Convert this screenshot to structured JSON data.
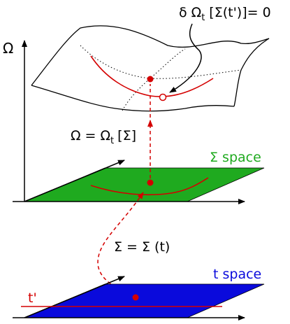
{
  "labels": {
    "variation_main": "δ Ω",
    "variation_sub": "t",
    "variation_tail": "[Σ(t')]= 0",
    "omega_axis": "Ω",
    "mapping_lhs": "Ω = Ω",
    "mapping_sub": "t",
    "mapping_tail": "[Σ]",
    "sigma_space": "Σ space",
    "trajectory": "Σ = Σ (t)",
    "t_space": "t space",
    "t_prime": "t'"
  },
  "colors": {
    "sigma_plane": "#1faa1f",
    "t_plane": "#0a0adc",
    "red": "#d40000",
    "sigma_label": "#1faa1f",
    "t_label": "#0a0adc",
    "ink": "#000000"
  }
}
